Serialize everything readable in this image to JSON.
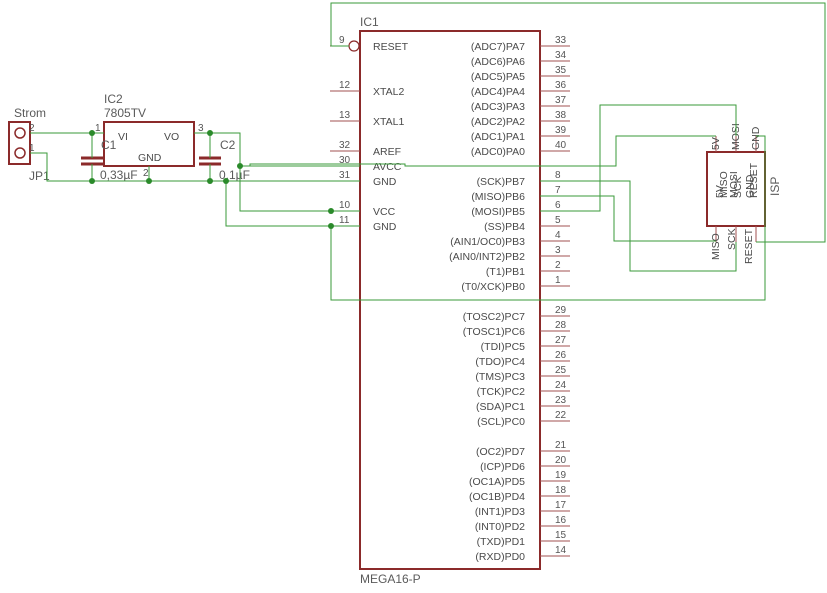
{
  "ic1": {
    "ref": "IC1",
    "value": "MEGA16-P",
    "left_pins": [
      {
        "num": "9",
        "name": "RESET"
      },
      {
        "num": "12",
        "name": "XTAL2"
      },
      {
        "num": "13",
        "name": "XTAL1"
      },
      {
        "num": "32",
        "name": "AREF"
      },
      {
        "num": "30",
        "name": "AVCC"
      },
      {
        "num": "31",
        "name": "GND"
      },
      {
        "num": "10",
        "name": "VCC"
      },
      {
        "num": "11",
        "name": "GND"
      }
    ],
    "right_pins": [
      {
        "num": "33",
        "name": "(ADC7)PA7"
      },
      {
        "num": "34",
        "name": "(ADC6)PA6"
      },
      {
        "num": "35",
        "name": "(ADC5)PA5"
      },
      {
        "num": "36",
        "name": "(ADC4)PA4"
      },
      {
        "num": "37",
        "name": "(ADC3)PA3"
      },
      {
        "num": "38",
        "name": "(ADC2)PA2"
      },
      {
        "num": "39",
        "name": "(ADC1)PA1"
      },
      {
        "num": "40",
        "name": "(ADC0)PA0"
      },
      {
        "num": "8",
        "name": "(SCK)PB7"
      },
      {
        "num": "7",
        "name": "(MISO)PB6"
      },
      {
        "num": "6",
        "name": "(MOSI)PB5"
      },
      {
        "num": "5",
        "name": "(SS)PB4"
      },
      {
        "num": "4",
        "name": "(AIN1/OC0)PB3"
      },
      {
        "num": "3",
        "name": "(AIN0/INT2)PB2"
      },
      {
        "num": "2",
        "name": "(T1)PB1"
      },
      {
        "num": "1",
        "name": "(T0/XCK)PB0"
      },
      {
        "num": "29",
        "name": "(TOSC2)PC7"
      },
      {
        "num": "28",
        "name": "(TOSC1)PC6"
      },
      {
        "num": "27",
        "name": "(TDI)PC5"
      },
      {
        "num": "26",
        "name": "(TDO)PC4"
      },
      {
        "num": "25",
        "name": "(TMS)PC3"
      },
      {
        "num": "24",
        "name": "(TCK)PC2"
      },
      {
        "num": "23",
        "name": "(SDA)PC1"
      },
      {
        "num": "22",
        "name": "(SCL)PC0"
      },
      {
        "num": "21",
        "name": "(OC2)PD7"
      },
      {
        "num": "20",
        "name": "(ICP)PD6"
      },
      {
        "num": "19",
        "name": "(OC1A)PD5"
      },
      {
        "num": "18",
        "name": "(OC1B)PD4"
      },
      {
        "num": "17",
        "name": "(INT1)PD3"
      },
      {
        "num": "16",
        "name": "(INT0)PD2"
      },
      {
        "num": "15",
        "name": "(TXD)PD1"
      },
      {
        "num": "14",
        "name": "(RXD)PD0"
      }
    ]
  },
  "ic2": {
    "ref": "IC2",
    "value": "7805TV",
    "vi": "VI",
    "vo": "VO",
    "gnd": "GND",
    "pin1": "1",
    "pin3": "3",
    "pin2": "2"
  },
  "c1": {
    "ref": "C1",
    "value": "0,33µF"
  },
  "c2": {
    "ref": "C2",
    "value": "0,1µF"
  },
  "jp1": {
    "ref": "JP1",
    "label": "Strom",
    "pin2": "2",
    "pin1": "1"
  },
  "isp": {
    "ref": "ISP",
    "top_labels": [
      "5V",
      "MOSI",
      "GND"
    ],
    "inner_labels": [
      "MISO",
      "SCK",
      "RESET"
    ],
    "inner_top": [
      "5V",
      "MOSI",
      "GND"
    ],
    "bottom_labels": [
      "MISO",
      "SCK",
      "RESET"
    ]
  },
  "colors": {
    "outline": "#8b2a2a",
    "wire": "#3a9a3a",
    "text": "#4a4a4a"
  }
}
